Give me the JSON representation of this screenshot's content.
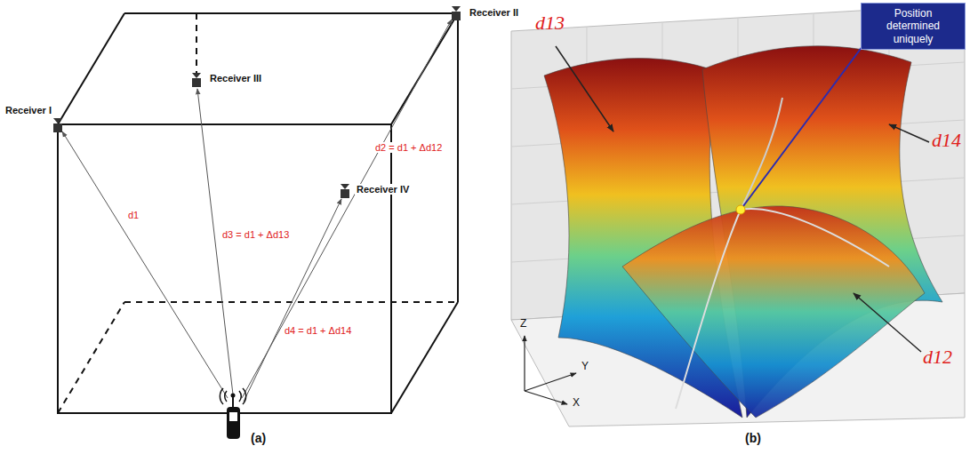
{
  "diagram": {
    "nodes": [
      {
        "text": [
          "Receiver II"
        ]
      },
      {
        "text": [
          "Receiver III"
        ]
      },
      {
        "text": [
          "Receiver I"
        ]
      },
      {
        "text": [
          "Receiver IV"
        ]
      },
      {
        "text": [
          "Position determined uniquely"
        ]
      }
    ],
    "labels": [
      "d1",
      "d3 = d1 + Δd13",
      "d2 = d1 + Δd12",
      "d4 = d1 + Δd14",
      "(a)",
      "d13",
      "d14",
      "d12",
      "Z",
      "Y",
      "X",
      "(b)"
    ]
  }
}
